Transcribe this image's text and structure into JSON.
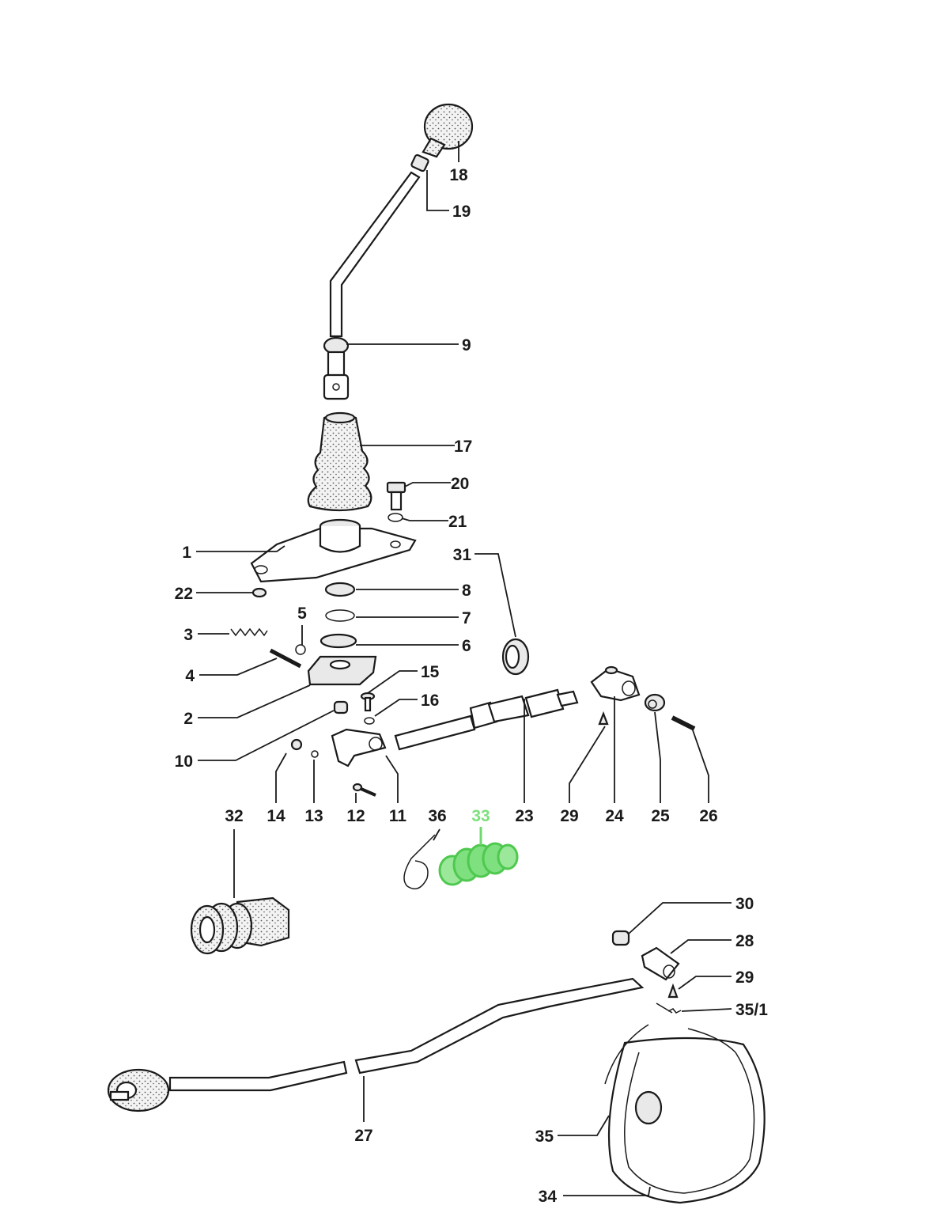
{
  "highlight_color": "#7ee07e",
  "callouts": [
    {
      "id": "18",
      "label": "18"
    },
    {
      "id": "19",
      "label": "19"
    },
    {
      "id": "9",
      "label": "9"
    },
    {
      "id": "17",
      "label": "17"
    },
    {
      "id": "20",
      "label": "20"
    },
    {
      "id": "21",
      "label": "21"
    },
    {
      "id": "1",
      "label": "1"
    },
    {
      "id": "31",
      "label": "31"
    },
    {
      "id": "22",
      "label": "22"
    },
    {
      "id": "8",
      "label": "8"
    },
    {
      "id": "5",
      "label": "5"
    },
    {
      "id": "7",
      "label": "7"
    },
    {
      "id": "3",
      "label": "3"
    },
    {
      "id": "6",
      "label": "6"
    },
    {
      "id": "4",
      "label": "4"
    },
    {
      "id": "15",
      "label": "15"
    },
    {
      "id": "16",
      "label": "16"
    },
    {
      "id": "2",
      "label": "2"
    },
    {
      "id": "10",
      "label": "10"
    },
    {
      "id": "32",
      "label": "32"
    },
    {
      "id": "14",
      "label": "14"
    },
    {
      "id": "13",
      "label": "13"
    },
    {
      "id": "12",
      "label": "12"
    },
    {
      "id": "11",
      "label": "11"
    },
    {
      "id": "36",
      "label": "36"
    },
    {
      "id": "33",
      "label": "33",
      "highlighted": true
    },
    {
      "id": "23",
      "label": "23"
    },
    {
      "id": "29a",
      "label": "29"
    },
    {
      "id": "24",
      "label": "24"
    },
    {
      "id": "25",
      "label": "25"
    },
    {
      "id": "26",
      "label": "26"
    },
    {
      "id": "30",
      "label": "30"
    },
    {
      "id": "28",
      "label": "28"
    },
    {
      "id": "29b",
      "label": "29"
    },
    {
      "id": "35-1",
      "label": "35/1"
    },
    {
      "id": "27",
      "label": "27"
    },
    {
      "id": "35",
      "label": "35"
    },
    {
      "id": "34",
      "label": "34"
    }
  ]
}
